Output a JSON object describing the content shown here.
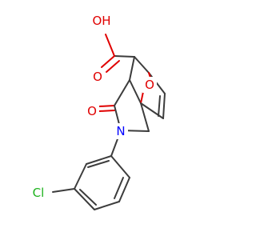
{
  "molecule": {
    "atoms": {
      "hydroxyl": "OH",
      "carbonyl_acid": "O",
      "bridge_oxygen": "O",
      "carbonyl_lactam": "O",
      "nitrogen": "N",
      "chlorine": "Cl"
    },
    "colors": {
      "bond": "#3c3c3c",
      "oxygen": "#e00000",
      "nitrogen": "#0000ff",
      "chlorine": "#1db21d"
    }
  }
}
